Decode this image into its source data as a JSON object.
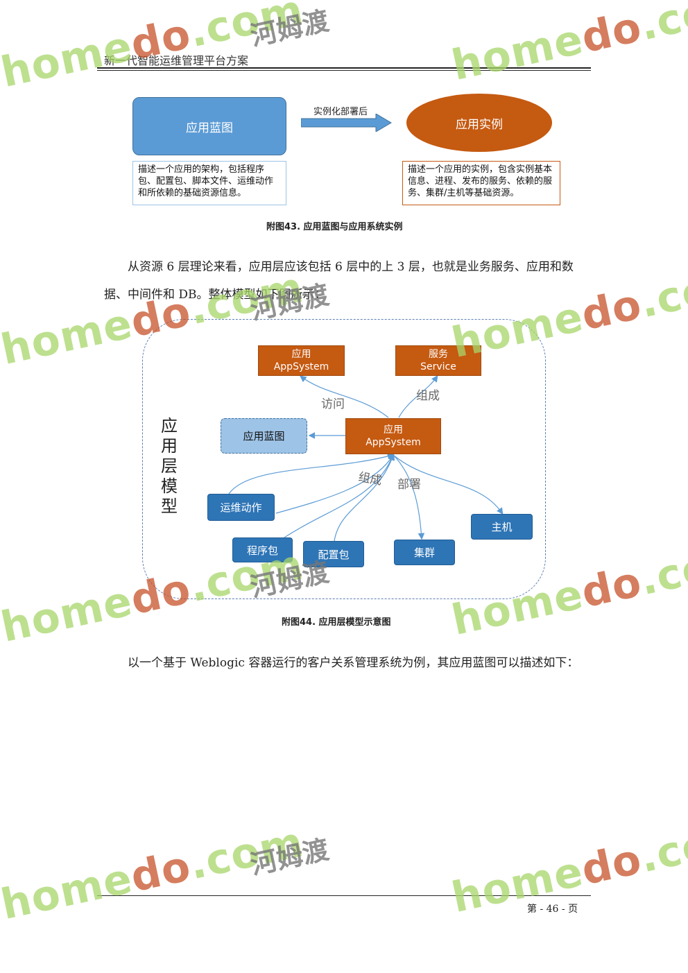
{
  "header": {
    "title": "新一代智能运维管理平台方案"
  },
  "figure43": {
    "blueprint_label": "应用蓝图",
    "arrow_label": "实例化部署后",
    "instance_label": "应用实例",
    "blueprint_desc": "描述一个应用的架构，包括程序包、配置包、脚本文件、运维动作和所依赖的基础资源信息。",
    "instance_desc": "描述一个应用的实例，包含实例基本信息、进程、发布的服务、依赖的服务、集群/主机等基础资源。",
    "caption": "附图43. 应用蓝图与应用系统实例"
  },
  "paragraph1": "从资源 6 层理论来看，应用层应该包括 6 层中的上 3 层，也就是业务服务、应用和数据、中间件和 DB。整体模型如下图所示：",
  "figure44": {
    "side_title": "应用层模型",
    "top_app": {
      "line1": "应用",
      "line2": "AppSystem"
    },
    "service": {
      "line1": "服务",
      "line2": "Service"
    },
    "center_app": {
      "line1": "应用",
      "line2": "AppSystem"
    },
    "blueprint": "应用蓝图",
    "ops_action": "运维动作",
    "package": "程序包",
    "config": "配置包",
    "cluster": "集群",
    "host": "主机",
    "edge_access": "访问",
    "edge_compose_top": "组成",
    "edge_compose_bottom": "组成",
    "edge_deploy": "部署",
    "caption": "附图44. 应用层模型示意图"
  },
  "paragraph2": "以一个基于 Weblogic 容器运行的客户关系管理系统为例，其应用蓝图可以描述如下：",
  "footer": {
    "page": "第 - 46 - 页"
  },
  "watermark": {
    "site_a": "home",
    "site_b": "do",
    "site_c": ".com",
    "cn": "河姆渡"
  },
  "colors": {
    "blue": "#5b9bd5",
    "orange": "#c55a11",
    "dark_blue": "#2e75b6",
    "light_blue": "#9dc3e6"
  }
}
